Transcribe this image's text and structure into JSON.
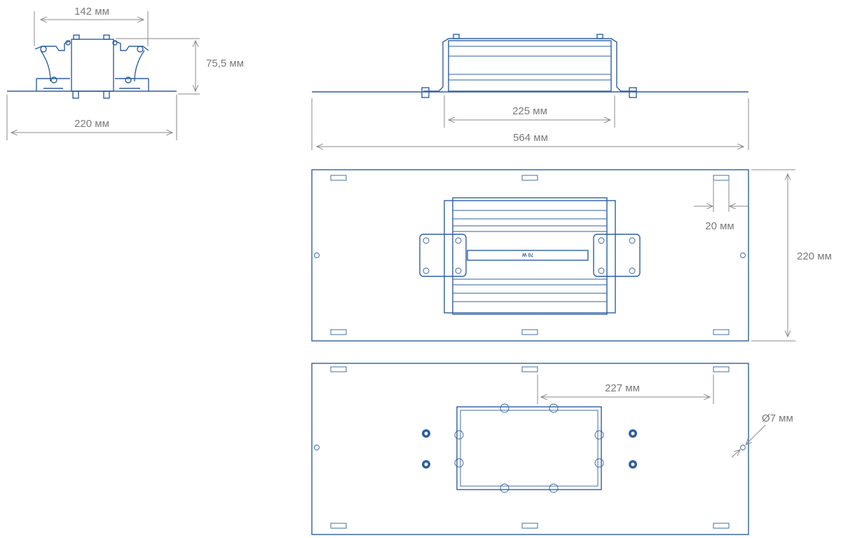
{
  "dimensions": {
    "front_width_top": "142 мм",
    "front_height": "75,5 мм",
    "front_width_base": "220 мм",
    "side_body_length": "225 мм",
    "side_total_length": "564 мм",
    "top_slot_width": "20 мм",
    "top_plate_width": "220 мм",
    "bottom_slot_spacing": "227 мм",
    "bottom_hole_diameter": "Ø7 мм"
  },
  "driver_marking": "70 W",
  "colors": {
    "line": "#2e5fa3",
    "dimension": "#8a8a8a",
    "text": "#7a7a7a"
  }
}
